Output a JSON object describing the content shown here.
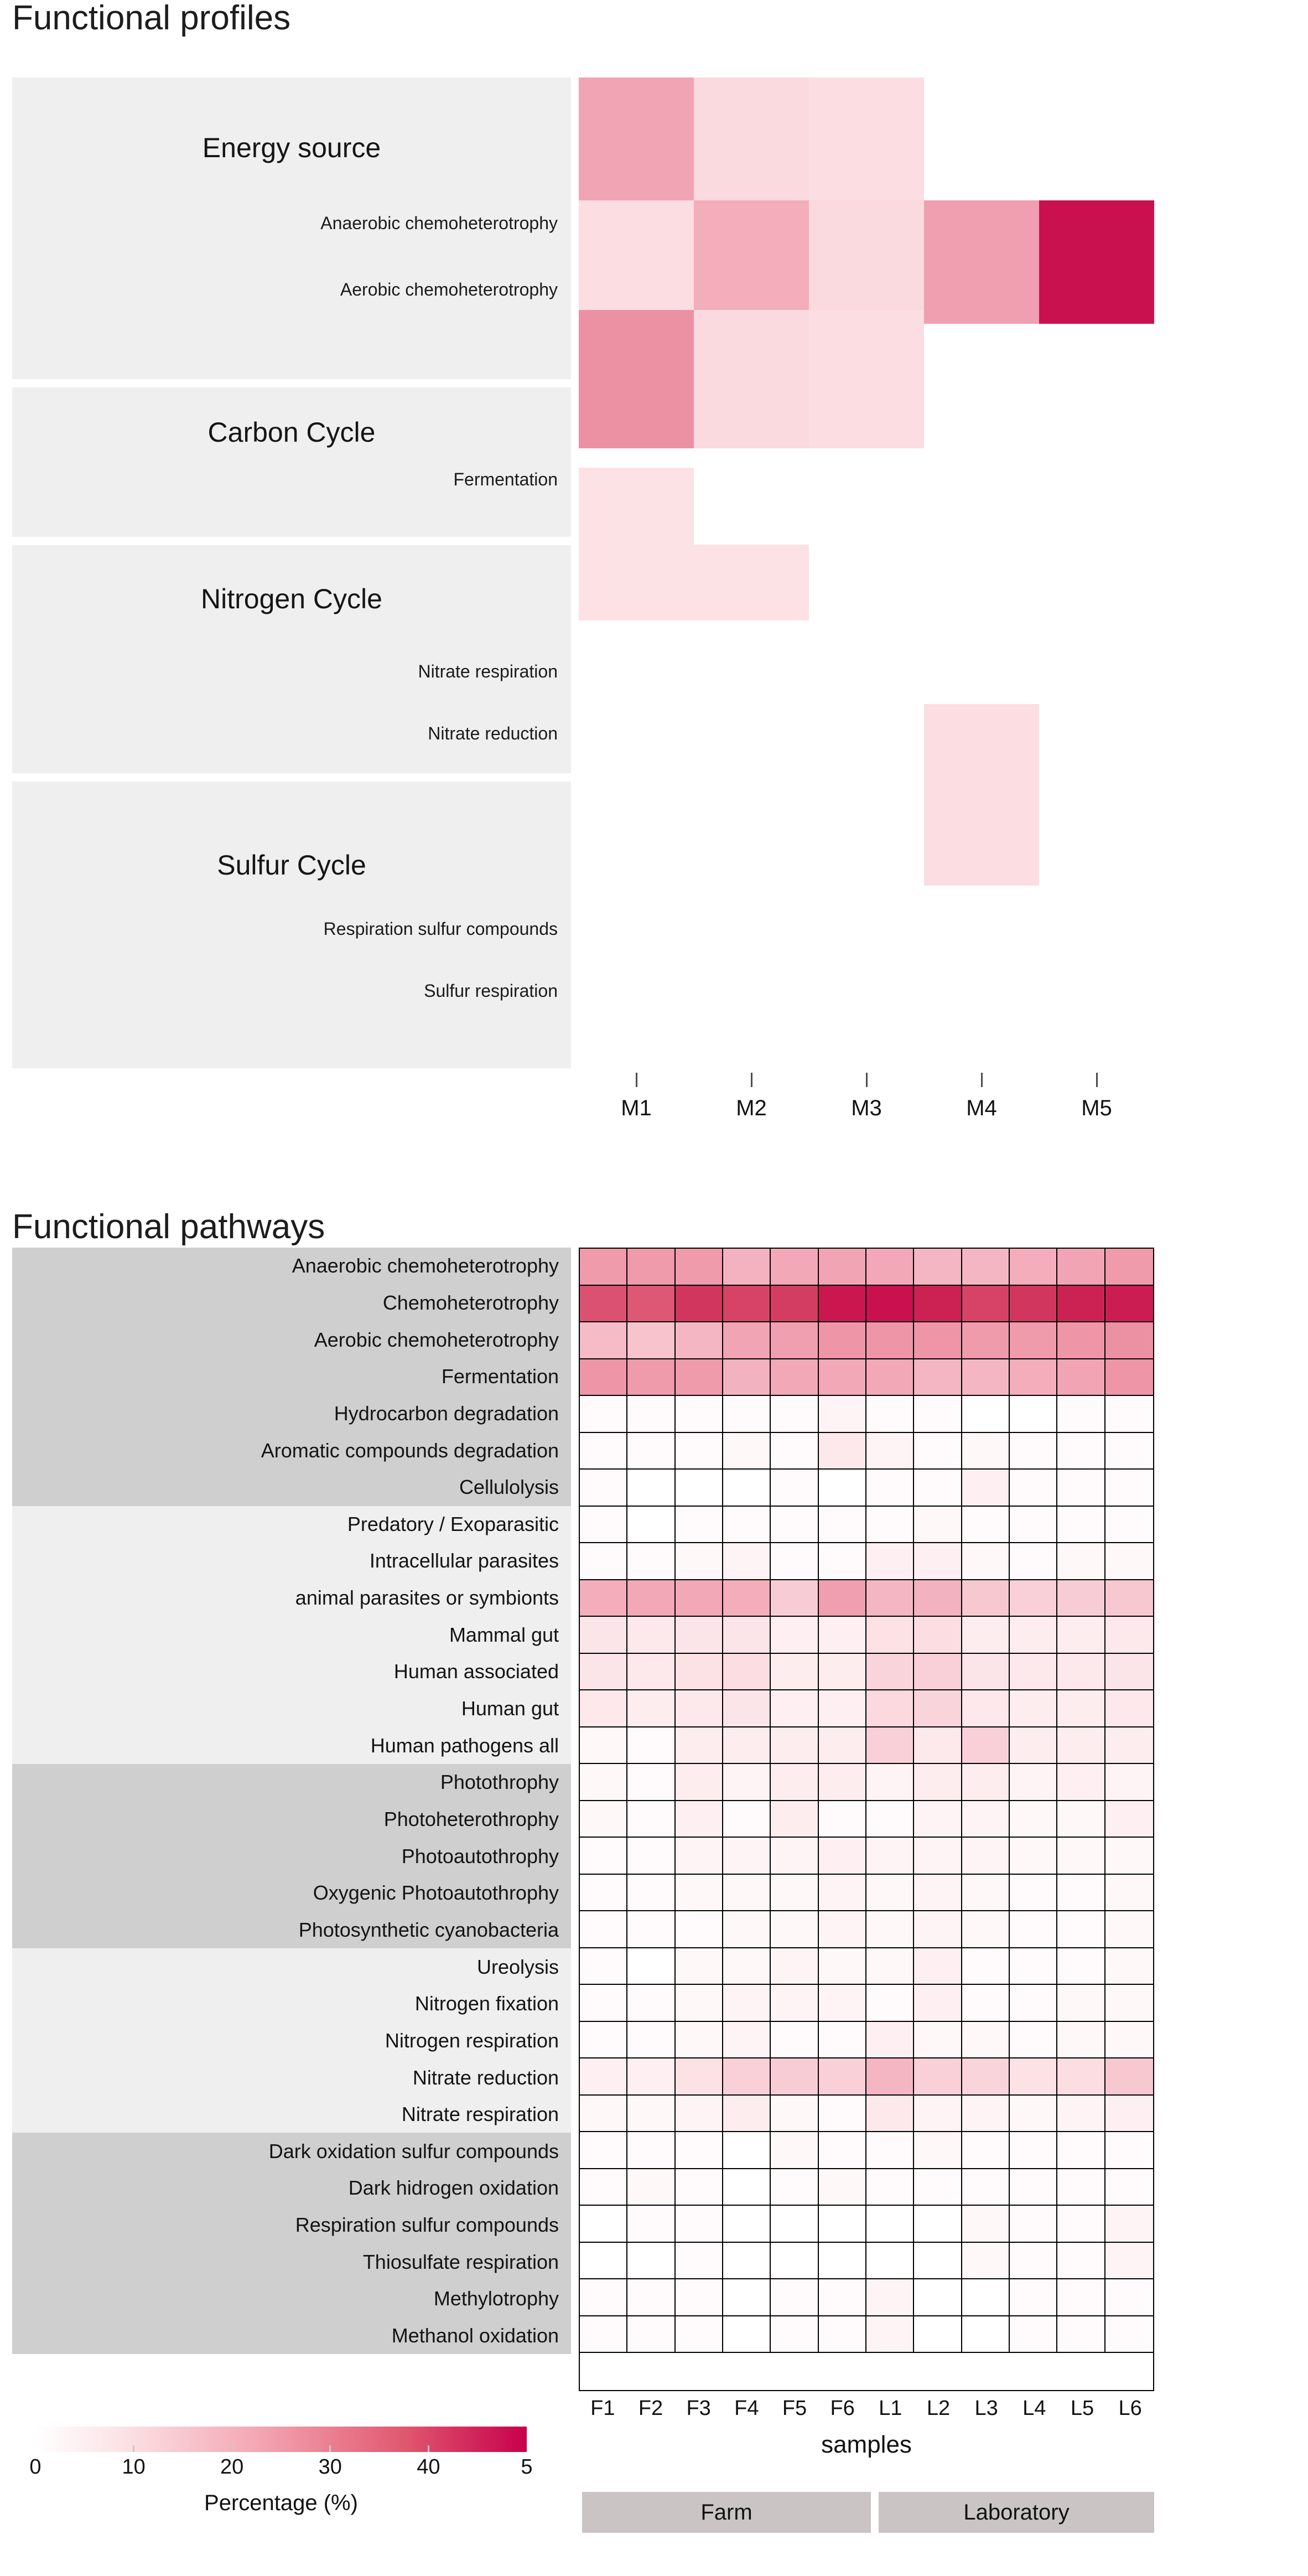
{
  "top": {
    "title": "Functional profiles",
    "x_tick_labels": [
      "M1",
      "M2",
      "M3",
      "M4",
      "M5"
    ],
    "panels": [
      {
        "group": "Energy source",
        "rows": [
          "Anaerobic chemoheterotrophy",
          "Aerobic chemoheterotrophy"
        ]
      },
      {
        "group": "Carbon Cycle",
        "rows": [
          "Fermentation"
        ]
      },
      {
        "group": "Nitrogen Cycle",
        "rows": [
          "Nitrate respiration",
          "Nitrate reduction"
        ]
      },
      {
        "group": "Sulfur Cycle",
        "rows": [
          "Respiration sulfur compounds",
          "Sulfur respiration"
        ]
      }
    ]
  },
  "bottom": {
    "title": "Functional pathways",
    "x_axis_title": "samples",
    "x_tick_labels": [
      "F1",
      "F2",
      "F3",
      "F4",
      "F5",
      "F6",
      "L1",
      "L2",
      "L3",
      "L4",
      "L5",
      "L6"
    ],
    "group_bars": [
      {
        "label": "Farm"
      },
      {
        "label": "Laboratory"
      }
    ],
    "row_groups": [
      {
        "shade": "dark",
        "rows": [
          "Anaerobic chemoheterotrophy",
          "Chemoheterotrophy",
          "Aerobic chemoheterotrophy",
          "Fermentation",
          "Hydrocarbon degradation",
          "Aromatic compounds degradation",
          "Cellulolysis"
        ]
      },
      {
        "shade": "light",
        "rows": [
          "Predatory / Exoparasitic",
          "Intracellular parasites",
          "animal parasites or symbionts",
          "Mammal gut",
          "Human associated",
          "Human gut",
          "Human pathogens all"
        ]
      },
      {
        "shade": "dark",
        "rows": [
          "Photothrophy",
          "Photoheterothrophy",
          "Photoautothrophy",
          "Oxygenic Photoautothrophy",
          "Photosynthetic cyanobacteria"
        ]
      },
      {
        "shade": "light",
        "rows": [
          "Ureolysis",
          "Nitrogen fixation",
          "Nitrogen respiration",
          "Nitrate reduction",
          "Nitrate respiration"
        ]
      },
      {
        "shade": "dark",
        "rows": [
          "Dark oxidation sulfur compounds",
          "Dark hidrogen oxidation",
          "Respiration sulfur compounds",
          "Thiosulfate respiration",
          "Methylotrophy",
          "Methanol oxidation"
        ]
      }
    ]
  },
  "legend": {
    "title": "Percentage (%)",
    "ticks": [
      "0",
      "10",
      "20",
      "30",
      "40",
      "5"
    ],
    "colors": {
      "low": "#ffffff",
      "high": "#c7004b"
    }
  },
  "chart_data": {
    "type": "heatmap",
    "title": "Functional profiles / Functional pathways",
    "colorbar": {
      "label": "Percentage (%)",
      "min": 0,
      "max": 50,
      "ticks": [
        0,
        10,
        20,
        30,
        40,
        50
      ],
      "low_color": "#ffffff",
      "high_color": "#c7004b"
    },
    "top_panel": {
      "xlabel": "",
      "x": [
        "M1",
        "M2",
        "M3",
        "M4",
        "M5"
      ],
      "rows": [
        {
          "group": "Energy source",
          "name": "Anaerobic chemoheterotrophy",
          "values": [
            22,
            10,
            9,
            null,
            null
          ]
        },
        {
          "group": "Energy source",
          "name": "Aerobic chemoheterotrophy",
          "values": [
            9,
            20,
            10,
            23,
            47
          ]
        },
        {
          "group": "Carbon Cycle",
          "name": "Fermentation",
          "values": [
            26,
            10,
            9,
            null,
            null
          ]
        },
        {
          "group": "Nitrogen Cycle",
          "name": "Nitrate respiration",
          "values": [
            8,
            null,
            null,
            null,
            null
          ]
        },
        {
          "group": "Nitrogen Cycle",
          "name": "Nitrate reduction",
          "values": [
            8,
            8,
            null,
            null,
            null
          ]
        },
        {
          "group": "Sulfur Cycle",
          "name": "Respiration sulfur compounds",
          "values": [
            null,
            null,
            null,
            9,
            null
          ]
        },
        {
          "group": "Sulfur Cycle",
          "name": "Sulfur respiration",
          "values": [
            null,
            null,
            null,
            9,
            null
          ]
        }
      ]
    },
    "bottom_panel": {
      "xlabel": "samples",
      "x": [
        "F1",
        "F2",
        "F3",
        "F4",
        "F5",
        "F6",
        "L1",
        "L2",
        "L3",
        "L4",
        "L5",
        "L6"
      ],
      "rows": [
        {
          "name": "Anaerobic chemoheterotrophy",
          "values": [
            24,
            24,
            24,
            19,
            21,
            22,
            21,
            18,
            18,
            20,
            22,
            24
          ]
        },
        {
          "name": "Chemoheterotrophy",
          "values": [
            37,
            36,
            41,
            39,
            40,
            46,
            47,
            44,
            39,
            41,
            44,
            45
          ]
        },
        {
          "name": "Aerobic chemoheterotrophy",
          "values": [
            17,
            15,
            18,
            22,
            23,
            25,
            25,
            25,
            24,
            24,
            25,
            26
          ]
        },
        {
          "name": "Fermentation",
          "values": [
            25,
            24,
            24,
            19,
            21,
            21,
            21,
            18,
            18,
            20,
            22,
            25
          ]
        },
        {
          "name": "Hydrocarbon degradation",
          "values": [
            1,
            1,
            1,
            1,
            1,
            3,
            1,
            1,
            0,
            0,
            1,
            1
          ]
        },
        {
          "name": "Aromatic compounds degradation",
          "values": [
            1,
            1,
            1,
            2,
            1,
            6,
            3,
            1,
            2,
            1,
            1,
            1
          ]
        },
        {
          "name": "Cellulolysis",
          "values": [
            1,
            0,
            0,
            0,
            1,
            0,
            1,
            1,
            4,
            1,
            1,
            1
          ]
        },
        {
          "name": "Predatory / Exoparasitic",
          "values": [
            1,
            0,
            1,
            1,
            1,
            1,
            1,
            2,
            1,
            1,
            1,
            1
          ]
        },
        {
          "name": "Intracellular parasites",
          "values": [
            1,
            1,
            2,
            3,
            1,
            1,
            4,
            4,
            2,
            1,
            2,
            2
          ]
        },
        {
          "name": "animal parasites or symbionts",
          "values": [
            20,
            21,
            21,
            20,
            13,
            23,
            18,
            19,
            14,
            12,
            13,
            14
          ]
        },
        {
          "name": "Mammal gut",
          "values": [
            7,
            6,
            7,
            7,
            4,
            4,
            8,
            9,
            5,
            5,
            5,
            6
          ]
        },
        {
          "name": "Human associated",
          "values": [
            7,
            6,
            8,
            9,
            5,
            5,
            11,
            12,
            7,
            6,
            6,
            7
          ]
        },
        {
          "name": "Human gut",
          "values": [
            6,
            5,
            6,
            7,
            4,
            4,
            10,
            11,
            6,
            5,
            5,
            6
          ]
        },
        {
          "name": "Human pathogens all",
          "values": [
            2,
            1,
            5,
            5,
            5,
            5,
            12,
            6,
            12,
            5,
            5,
            5
          ]
        },
        {
          "name": "Phototrophy",
          "values": [
            2,
            1,
            5,
            3,
            5,
            5,
            3,
            5,
            5,
            3,
            4,
            3
          ]
        },
        {
          "name": "Photoheterothrophy",
          "values": [
            2,
            1,
            4,
            1,
            5,
            1,
            1,
            3,
            3,
            2,
            2,
            4
          ]
        },
        {
          "name": "Photoautothrophy",
          "values": [
            1,
            1,
            3,
            3,
            3,
            4,
            3,
            3,
            3,
            2,
            2,
            2
          ]
        },
        {
          "name": "Oxygenic Photoautothrophy",
          "values": [
            1,
            1,
            2,
            2,
            2,
            3,
            2,
            3,
            2,
            1,
            1,
            2
          ]
        },
        {
          "name": "Photosynthetic cyanobacteria",
          "values": [
            1,
            1,
            1,
            2,
            2,
            3,
            2,
            3,
            2,
            1,
            1,
            2
          ]
        },
        {
          "name": "Ureolysis",
          "values": [
            1,
            0,
            2,
            2,
            3,
            2,
            2,
            4,
            1,
            1,
            1,
            2
          ]
        },
        {
          "name": "Nitrogen fixation",
          "values": [
            1,
            1,
            2,
            3,
            3,
            3,
            1,
            4,
            1,
            1,
            2,
            2
          ]
        },
        {
          "name": "Nitrogen respiration",
          "values": [
            1,
            1,
            2,
            3,
            1,
            1,
            4,
            2,
            2,
            1,
            2,
            2
          ]
        },
        {
          "name": "Nitrate reduction",
          "values": [
            4,
            4,
            8,
            12,
            13,
            12,
            18,
            12,
            11,
            8,
            9,
            14
          ]
        },
        {
          "name": "Nitrate respiration",
          "values": [
            2,
            2,
            3,
            5,
            2,
            1,
            6,
            3,
            3,
            2,
            3,
            4
          ]
        },
        {
          "name": "Dark oxidation sulfur compounds",
          "values": [
            1,
            1,
            1,
            0,
            2,
            1,
            1,
            2,
            1,
            1,
            1,
            1
          ]
        },
        {
          "name": "Dark hidrogen oxidation",
          "values": [
            1,
            2,
            1,
            0,
            1,
            2,
            1,
            1,
            1,
            1,
            1,
            1
          ]
        },
        {
          "name": "Respiration sulfur compounds",
          "values": [
            0,
            1,
            1,
            0,
            0,
            0,
            0,
            0,
            2,
            1,
            1,
            3
          ]
        },
        {
          "name": "Thiosulfate respiration",
          "values": [
            0,
            0,
            1,
            0,
            0,
            0,
            0,
            0,
            2,
            1,
            1,
            3
          ]
        },
        {
          "name": "Methylotrophy",
          "values": [
            1,
            1,
            1,
            0,
            1,
            1,
            3,
            0,
            0,
            1,
            1,
            1
          ]
        },
        {
          "name": "Methanol oxidation",
          "values": [
            1,
            1,
            1,
            0,
            1,
            1,
            3,
            0,
            0,
            1,
            1,
            1
          ]
        },
        {
          "name": "__spacer__",
          "values": [
            0,
            0,
            0,
            0,
            0,
            0,
            0,
            0,
            0,
            0,
            0,
            0
          ]
        }
      ]
    }
  }
}
